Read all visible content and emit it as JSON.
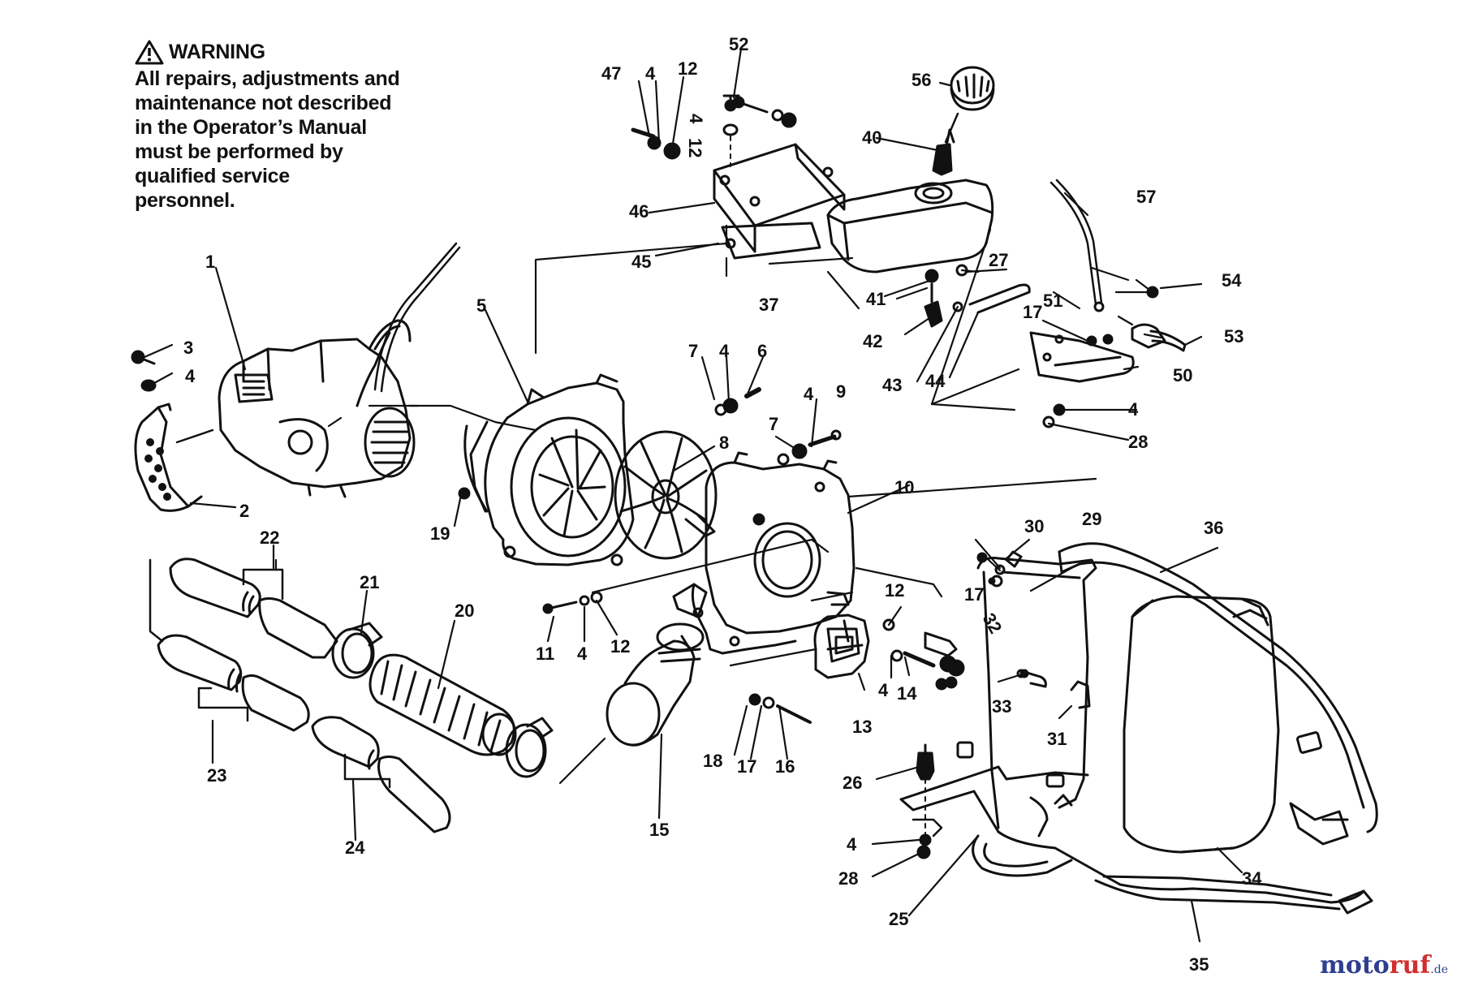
{
  "warning": {
    "title": "WARNING",
    "lines": [
      "All repairs, adjustments and",
      "maintenance not described",
      "in the Operator’s Manual",
      "must be performed by",
      "qualified service",
      "personnel."
    ]
  },
  "labels": [
    "1",
    "2",
    "3",
    "4",
    "5",
    "6",
    "7",
    "8",
    "9",
    "10",
    "11",
    "12",
    "13",
    "14",
    "15",
    "16",
    "17",
    "18",
    "19",
    "20",
    "21",
    "22",
    "23",
    "24",
    "25",
    "26",
    "27",
    "28",
    "29",
    "30",
    "31",
    "32",
    "33",
    "34",
    "35",
    "36",
    "37",
    "40",
    "41",
    "42",
    "43",
    "44",
    "45",
    "46",
    "47",
    "50",
    "51",
    "52",
    "53",
    "54",
    "56",
    "57"
  ],
  "watermark": {
    "a": "moto",
    "b": "ruf",
    "c": ".de"
  }
}
